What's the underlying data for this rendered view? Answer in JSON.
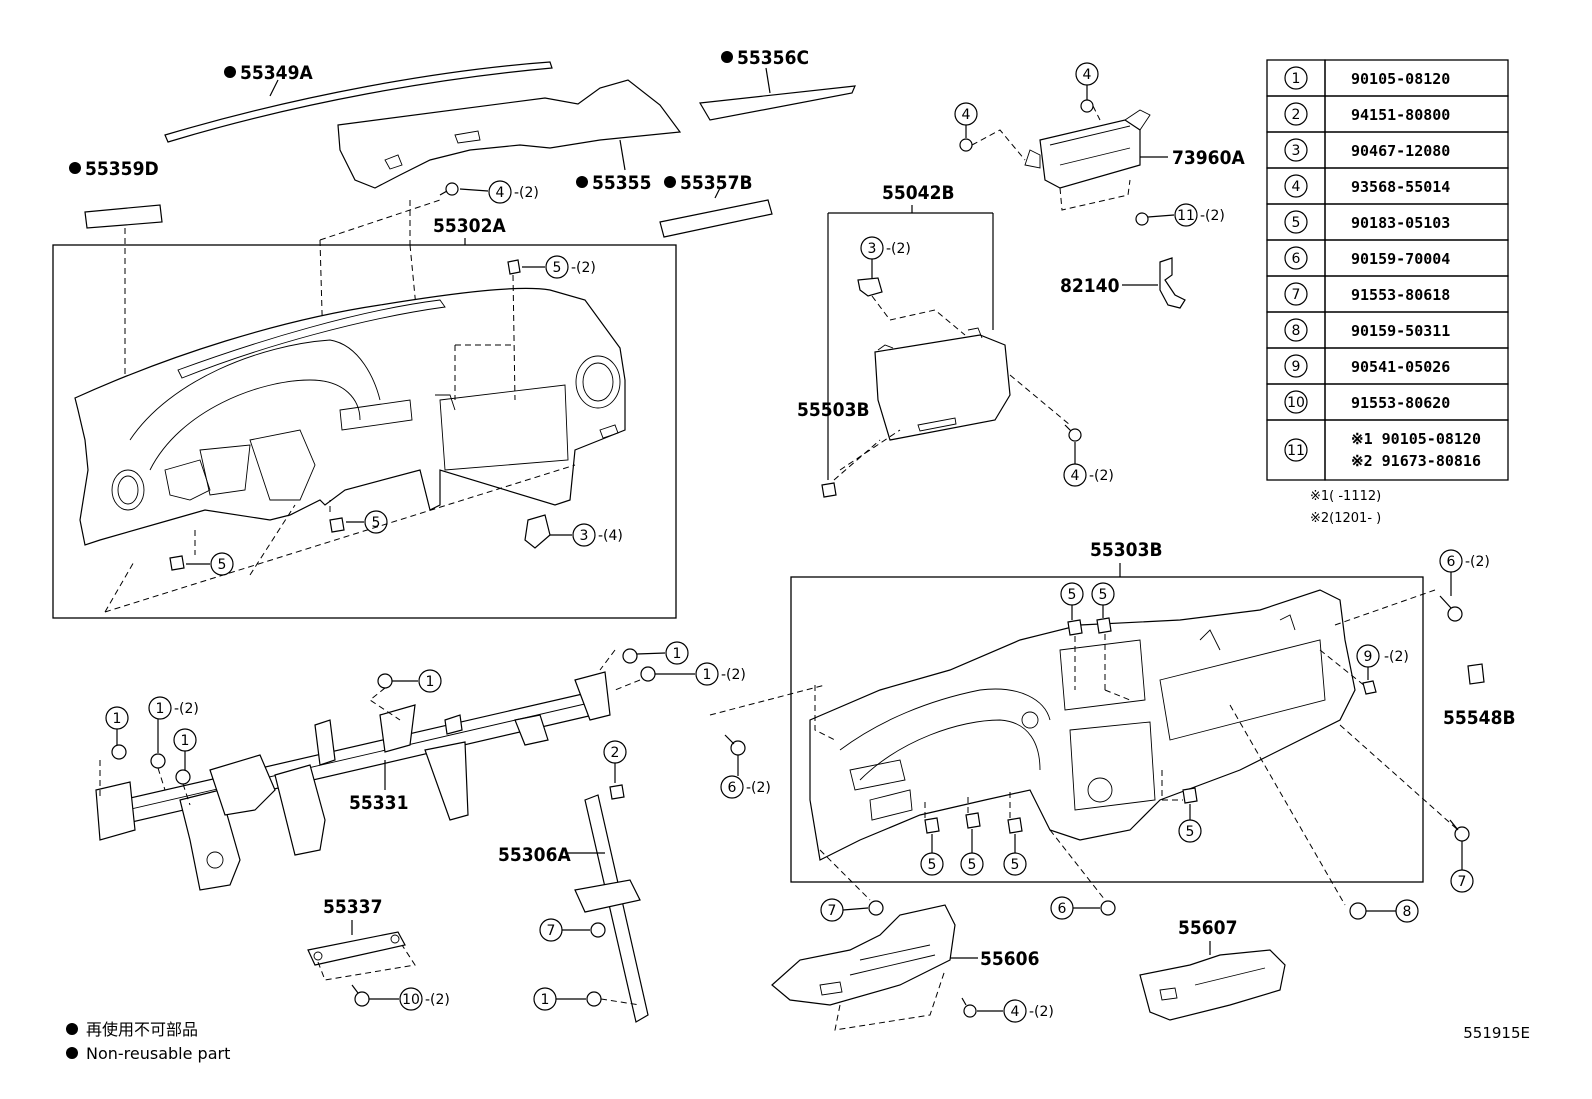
{
  "parts": {
    "p55349A": "55349A",
    "p55356C": "55356C",
    "p55359D": "55359D",
    "p55355": "55355",
    "p55357B": "55357B",
    "p55302A": "55302A",
    "p55042B": "55042B",
    "p55503B": "55503B",
    "p73960A": "73960A",
    "p82140": "82140",
    "p55303B": "55303B",
    "p55548B": "55548B",
    "p55331": "55331",
    "p55306A": "55306A",
    "p55337": "55337",
    "p55606": "55606",
    "p55607": "55607"
  },
  "callouts": {
    "r1": "1",
    "r2": "2",
    "r3": "3",
    "r4": "4",
    "r5": "5",
    "r6": "6",
    "r7": "7",
    "r8": "8",
    "r9": "9",
    "r10": "10",
    "r11": "11"
  },
  "quantities": {
    "q2": "-(2)",
    "q4": "-(4)"
  },
  "ref_table": [
    {
      "ref": "1",
      "part": "90105-08120"
    },
    {
      "ref": "2",
      "part": "94151-80800"
    },
    {
      "ref": "3",
      "part": "90467-12080"
    },
    {
      "ref": "4",
      "part": "93568-55014"
    },
    {
      "ref": "5",
      "part": "90183-05103"
    },
    {
      "ref": "6",
      "part": "90159-70004"
    },
    {
      "ref": "7",
      "part": "91553-80618"
    },
    {
      "ref": "8",
      "part": "90159-50311"
    },
    {
      "ref": "9",
      "part": "90541-05026"
    },
    {
      "ref": "10",
      "part": "91553-80620"
    },
    {
      "ref": "11",
      "part": "※1 90105-08120",
      "part2": "※2 91673-80816"
    }
  ],
  "notes": {
    "n1": "※1(     -1112)",
    "n2": "※2(1201-     )"
  },
  "legend": {
    "jp": "再使用不可部品",
    "en": "Non-reusable part"
  },
  "diagram_code": "551915E",
  "colors": {
    "line": "#000000",
    "background": "#ffffff"
  }
}
